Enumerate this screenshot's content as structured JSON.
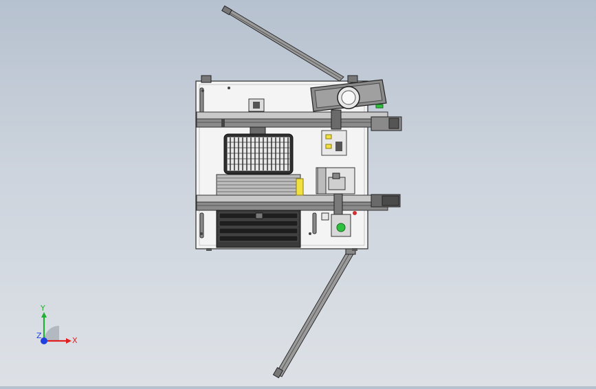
{
  "view": {
    "background_top": "#b6c1cf",
    "background_bottom": "#dde1e6",
    "model_description_hidden": ""
  },
  "triad": {
    "x_label": "X",
    "y_label": "Y",
    "z_label": "Z",
    "x_color": "#e02020",
    "y_color": "#20b030",
    "z_color": "#2040e0"
  },
  "model": {
    "plate_color": "#f4f4f4",
    "rail_color": "#8a8a8a",
    "dark_part_color": "#4a4a4a",
    "accent_yellow": "#f0e040",
    "accent_green": "#30c040",
    "accent_red": "#d03030"
  }
}
